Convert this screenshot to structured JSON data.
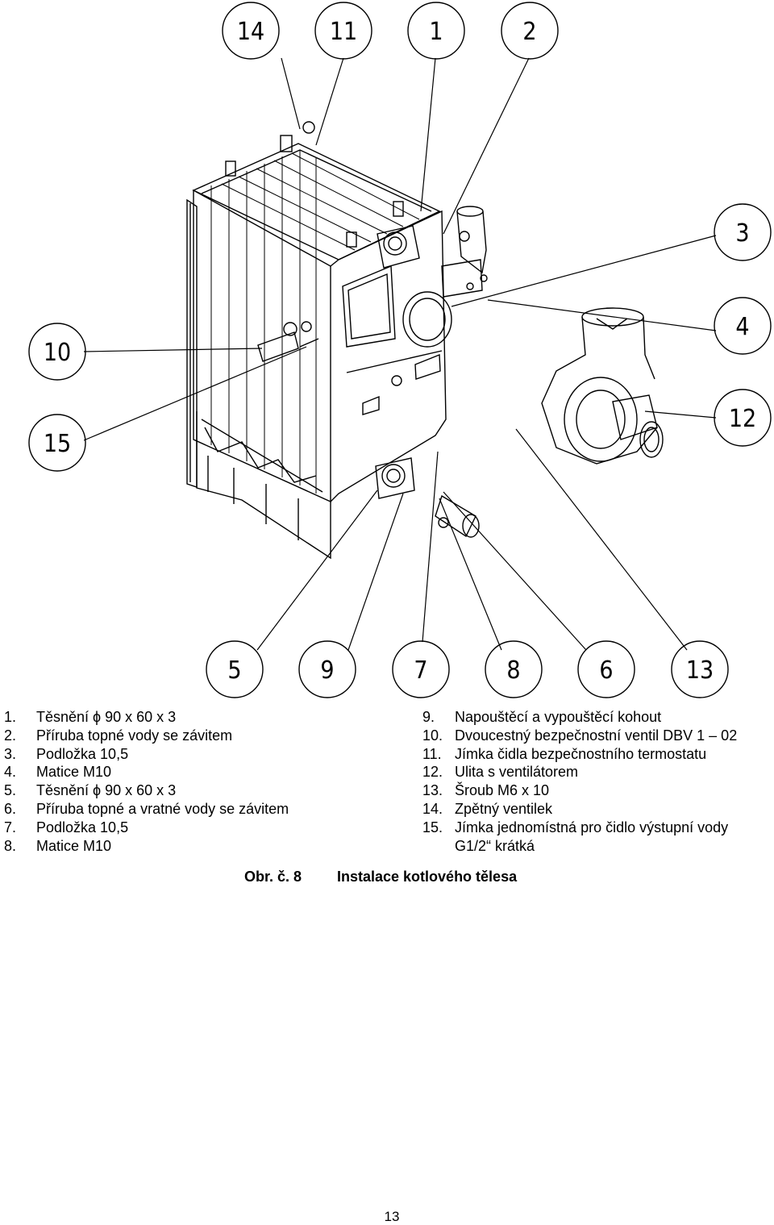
{
  "callouts": [
    "14",
    "11",
    "1",
    "2",
    "3",
    "4",
    "10",
    "15",
    "12",
    "5",
    "9",
    "7",
    "8",
    "6",
    "13"
  ],
  "parts_left": [
    {
      "num": "1.",
      "text": "Těsnění ϕ 90 x 60 x 3"
    },
    {
      "num": "2.",
      "text": "Příruba topné vody se závitem"
    },
    {
      "num": "3.",
      "text": "Podložka 10,5"
    },
    {
      "num": "4.",
      "text": "Matice M10"
    },
    {
      "num": "5.",
      "text": "Těsnění ϕ 90 x 60 x 3"
    },
    {
      "num": "6.",
      "text": "Příruba topné a vratné vody se závitem"
    },
    {
      "num": "7.",
      "text": "Podložka 10,5"
    },
    {
      "num": "8.",
      "text": "Matice M10"
    }
  ],
  "parts_right": [
    {
      "num": "9.",
      "text": "Napouštěcí a vypouštěcí kohout"
    },
    {
      "num": "10.",
      "text": "Dvoucestný bezpečnostní ventil DBV 1 – 02"
    },
    {
      "num": "11.",
      "text": "Jímka čidla bezpečnostního termostatu"
    },
    {
      "num": "12.",
      "text": "Ulita s ventilátorem"
    },
    {
      "num": "13.",
      "text": "Šroub M6 x 10"
    },
    {
      "num": "14.",
      "text": "Zpětný ventilek"
    },
    {
      "num": "15.",
      "text": "Jímka jednomístná pro čidlo výstupní vody"
    },
    {
      "num": "",
      "text": "G1/2“ krátká"
    }
  ],
  "caption": {
    "label": "Obr. č. 8",
    "title": "Instalace kotlového tělesa"
  },
  "page_number": "13"
}
